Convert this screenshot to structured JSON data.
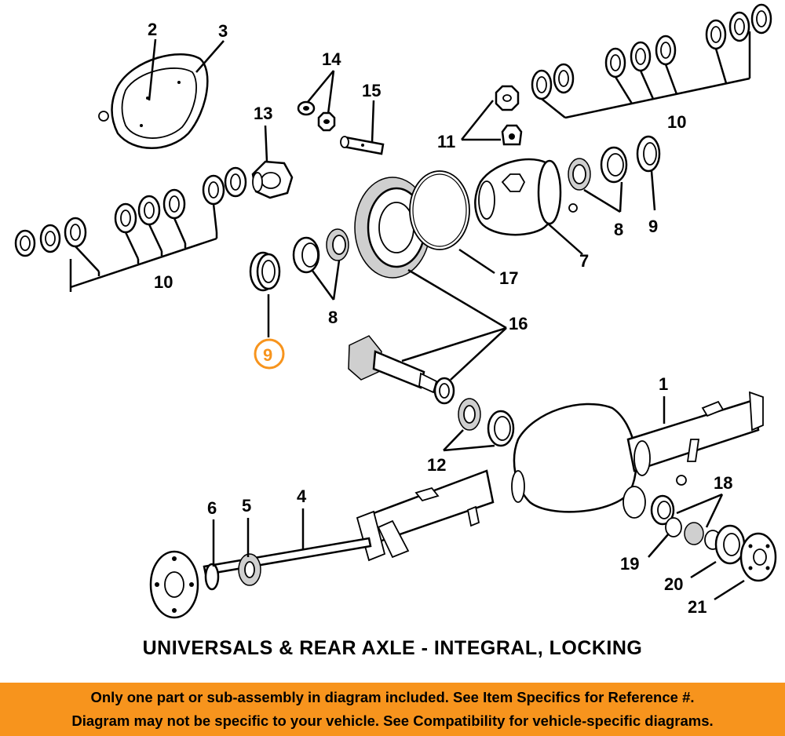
{
  "diagram": {
    "title": "UNIVERSALS & REAR AXLE - INTEGRAL, LOCKING",
    "callouts": {
      "c1": "1",
      "c2": "2",
      "c3": "3",
      "c4": "4",
      "c5": "5",
      "c6": "6",
      "c7": "7",
      "c8_left": "8",
      "c8_right": "8",
      "c9_highlight": "9",
      "c9_right": "9",
      "c10_left": "10",
      "c10_right": "10",
      "c11": "11",
      "c12": "12",
      "c13": "13",
      "c14": "14",
      "c15": "15",
      "c16": "16",
      "c17": "17",
      "c18": "18",
      "c19": "19",
      "c20": "20",
      "c21": "21"
    },
    "highlight_color": "#f7941d"
  },
  "notice": {
    "line1": "Only one part or sub-assembly in diagram included. See Item Specifics for Reference #.",
    "line2": "Diagram may not be specific to your vehicle. See Compatibility for vehicle-specific diagrams.",
    "background": "#f7941d"
  }
}
